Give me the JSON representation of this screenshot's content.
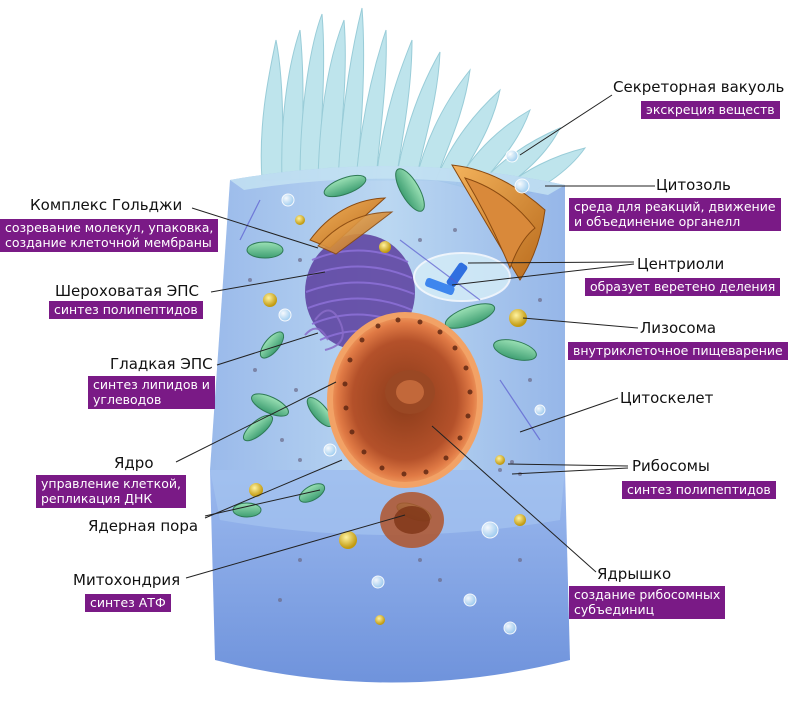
{
  "colors": {
    "desc_background": "#7a1a86",
    "desc_text": "#ffffff",
    "label_text": "#111111",
    "leader_line": "#222222"
  },
  "labels": {
    "vacuole": {
      "name": "Секреторная вакуоль",
      "desc": "экскреция веществ"
    },
    "cytosol": {
      "name": "Цитозоль",
      "desc": "среда для реакций, движение\nи объединение органелл"
    },
    "golgi": {
      "name": "Комплекс Гольджи",
      "desc": "созревание молекул, упаковка,\nсоздание клеточной мембраны"
    },
    "centrioles": {
      "name": "Центриоли",
      "desc": "образует веретено деления"
    },
    "rough_er": {
      "name": "Шероховатая ЭПС",
      "desc": "синтез полипептидов"
    },
    "lysosome": {
      "name": "Лизосома",
      "desc": "внутриклеточное пищеварение"
    },
    "smooth_er": {
      "name": "Гладкая ЭПС",
      "desc": "синтез липидов и\nуглеводов"
    },
    "cytoskeleton": {
      "name": "Цитоскелет"
    },
    "nucleus": {
      "name": "Ядро",
      "desc": "управление клеткой,\nрепликация ДНК"
    },
    "ribosomes": {
      "name": "Рибосомы",
      "desc": "синтез полипептидов"
    },
    "nuclear_pore": {
      "name": "Ядерная пора"
    },
    "nucleolus": {
      "name": "Ядрышко",
      "desc": "создание рибосомных\nсубъединиц"
    },
    "mitochondrion": {
      "name": "Митохондрия",
      "desc": "синтез АТФ"
    }
  }
}
